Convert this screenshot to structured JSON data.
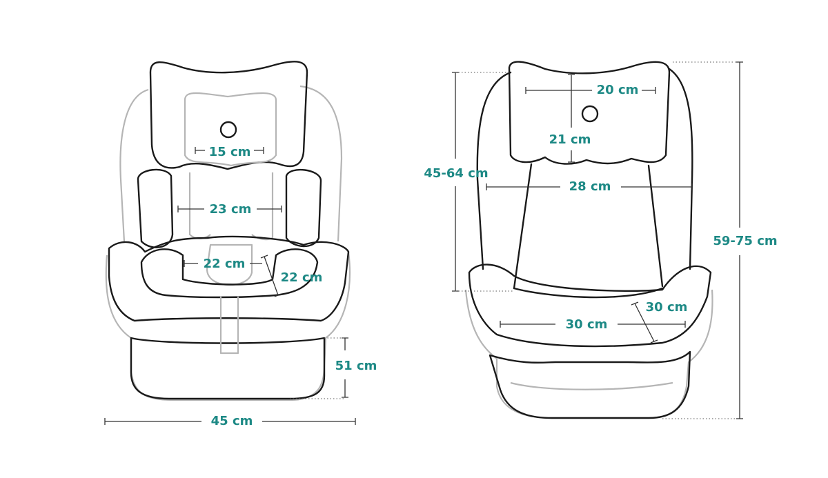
{
  "front_view": {
    "headrest_width": "15 cm",
    "shoulder_width": "23 cm",
    "seat_width": "22 cm",
    "seat_depth": "22 cm",
    "base_height": "51 cm",
    "total_width": "45 cm"
  },
  "side_view": {
    "headrest_width": "20 cm",
    "headrest_height": "21 cm",
    "back_height": "45-64 cm",
    "back_width": "28 cm",
    "total_height": "59-75 cm",
    "seat_depth": "30 cm",
    "seat_width": "30 cm"
  },
  "colors": {
    "label": "#1d8985",
    "outline": "#1a1a1a",
    "shell": "#b5b5b5"
  }
}
